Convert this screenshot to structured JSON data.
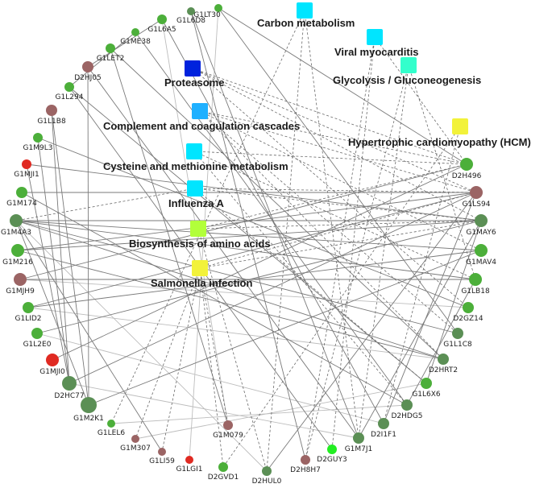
{
  "colors": {
    "green": "#4caf3a",
    "dark_green": "#5b8f55",
    "bright_green": "#22ee22",
    "brown": "#9b6464",
    "red": "#e02a22",
    "cyan": "#00e5ff",
    "sky": "#1fb0ff",
    "blue": "#0022dd",
    "aqua": "#33ffcc",
    "lime": "#b2ff3a",
    "yellow": "#f2f23a"
  },
  "genes": [
    {
      "id": "G1LT30",
      "color": "green"
    },
    {
      "id": "G1L6D8",
      "color": "dark_green"
    },
    {
      "id": "G1L6A5",
      "color": "green"
    },
    {
      "id": "G1ME38",
      "color": "green"
    },
    {
      "id": "G1LET2",
      "color": "green"
    },
    {
      "id": "D2HJ05",
      "color": "brown"
    },
    {
      "id": "G1L294",
      "color": "green"
    },
    {
      "id": "G1L1B8",
      "color": "brown"
    },
    {
      "id": "G1M9L3",
      "color": "green"
    },
    {
      "id": "G1MJI1",
      "color": "red"
    },
    {
      "id": "G1M174",
      "color": "green"
    },
    {
      "id": "G1M4A3",
      "color": "dark_green"
    },
    {
      "id": "G1M216",
      "color": "green"
    },
    {
      "id": "G1MJH9",
      "color": "brown"
    },
    {
      "id": "G1LID2",
      "color": "green"
    },
    {
      "id": "G1L2E0",
      "color": "green"
    },
    {
      "id": "G1MJI0",
      "color": "red"
    },
    {
      "id": "D2HC77",
      "color": "dark_green"
    },
    {
      "id": "G1M2K1",
      "color": "dark_green"
    },
    {
      "id": "G1LEL6",
      "color": "green"
    },
    {
      "id": "G1M307",
      "color": "brown"
    },
    {
      "id": "G1LI59",
      "color": "brown"
    },
    {
      "id": "G1LGI1",
      "color": "red"
    },
    {
      "id": "G1M079",
      "color": "brown"
    },
    {
      "id": "D2GVD1",
      "color": "green"
    },
    {
      "id": "D2HUL0",
      "color": "dark_green"
    },
    {
      "id": "D2H8H7",
      "color": "brown"
    },
    {
      "id": "D2GUY3",
      "color": "bright_green"
    },
    {
      "id": "G1M7J1",
      "color": "dark_green"
    },
    {
      "id": "D2I1F1",
      "color": "dark_green"
    },
    {
      "id": "D2HDG5",
      "color": "dark_green"
    },
    {
      "id": "G1L6X6",
      "color": "green"
    },
    {
      "id": "D2HRT2",
      "color": "dark_green"
    },
    {
      "id": "G1L1C8",
      "color": "dark_green"
    },
    {
      "id": "D2GZ14",
      "color": "green"
    },
    {
      "id": "G1LB18",
      "color": "green"
    },
    {
      "id": "G1MAV4",
      "color": "green"
    },
    {
      "id": "G1MAY6",
      "color": "dark_green"
    },
    {
      "id": "G1LS94",
      "color": "brown"
    },
    {
      "id": "D2H496",
      "color": "green"
    }
  ],
  "pathways": [
    {
      "id": "carbon",
      "label": "Carbon metabolism",
      "color": "cyan"
    },
    {
      "id": "viral",
      "label": "Viral myocarditis",
      "color": "cyan"
    },
    {
      "id": "glyco",
      "label": "Glycolysis / Gluconeogenesis",
      "color": "aqua"
    },
    {
      "id": "proteasome",
      "label": "Proteasome",
      "color": "blue"
    },
    {
      "id": "complement",
      "label": "Complement and coagulation cascades",
      "color": "sky"
    },
    {
      "id": "hcm",
      "label": "Hypertrophic cardiomyopathy (HCM)",
      "color": "yellow"
    },
    {
      "id": "cysteine",
      "label": "Cysteine and methionine metabolism",
      "color": "cyan"
    },
    {
      "id": "influenza",
      "label": "Influenza A",
      "color": "cyan"
    },
    {
      "id": "aminoacid",
      "label": "Biosynthesis of amino acids",
      "color": "lime"
    },
    {
      "id": "salmonella",
      "label": "Salmonella infection",
      "color": "yellow"
    }
  ]
}
